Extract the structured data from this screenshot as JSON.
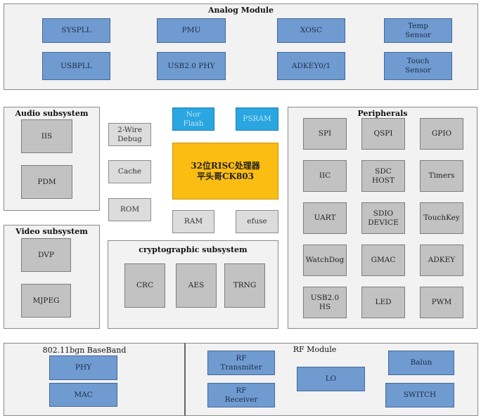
{
  "analog": {
    "title": "Analog Module",
    "items": [
      "SYSPLL",
      "PMU",
      "XOSC",
      "Temp\nSensor",
      "USBPLL",
      "USB2.0 PHY",
      "ADKEY0/1",
      "Touch\nSensor"
    ]
  },
  "audio": {
    "title": "Audio subsystem",
    "items": [
      "IIS",
      "PDM"
    ]
  },
  "video": {
    "title": "Video subsystem",
    "items": [
      "DVP",
      "MJPEG"
    ]
  },
  "core": {
    "debug": "2-Wire\nDebug",
    "cache": "Cache",
    "rom": "ROM",
    "nor": "Nor\nFlash",
    "psram": "PSRAM",
    "cpu": "32位RISC处理器\n平头哥CK803",
    "ram": "RAM",
    "efuse": "efuse"
  },
  "crypto": {
    "title": "cryptographic subsystem",
    "items": [
      "CRC",
      "AES",
      "TRNG"
    ]
  },
  "peripherals": {
    "title": "Peripherals",
    "items": [
      "SPI",
      "QSPI",
      "GPIO",
      "IIC",
      "SDC\nHOST",
      "Timers",
      "UART",
      "SDIO\nDEVICE",
      "TouchKey",
      "WatchDog",
      "GMAC",
      "ADKEY",
      "USB2.0\nHS",
      "LED",
      "PWM"
    ]
  },
  "baseband": {
    "title": "802.11bgn BaseBand",
    "items": [
      "PHY",
      "MAC"
    ]
  },
  "rf": {
    "title": "RF Module",
    "tx": "RF\nTransmiter",
    "rx": "RF\nReceiver",
    "lo": "LO",
    "balun": "Balun",
    "switch": "SWITCH"
  }
}
